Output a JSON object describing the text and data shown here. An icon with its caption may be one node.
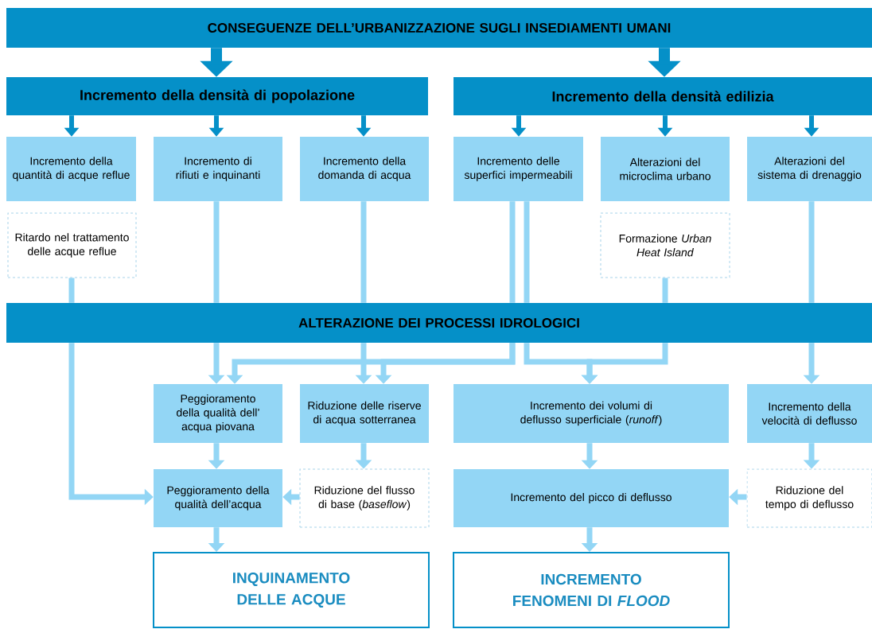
{
  "diagram": {
    "nodes": [
      {
        "text": [
          "CONSEGUENZE DELL’URBANIZZAZIONE SUGLI INSEDIAMENTI UMANI"
        ]
      },
      {
        "text": [
          "Incremento della densità di popolazione"
        ]
      },
      {
        "text": [
          "Incremento della densità edilizia"
        ]
      },
      {
        "text": [
          "Incremento della quantità di acque reflue"
        ]
      },
      {
        "text": [
          "Incremento di rifiuti e inquinanti"
        ]
      },
      {
        "text": [
          "Incremento della domanda di acqua"
        ]
      },
      {
        "text": [
          "Incremento delle superfici impermeabili"
        ]
      },
      {
        "text": [
          "Alterazioni del microclima urbano"
        ]
      },
      {
        "text": [
          "Alterazioni del sistema di drenaggio"
        ]
      },
      {
        "text": [
          "Ritardo nel trattamento delle acque reflue"
        ]
      },
      {
        "text": [
          "Formazione *Urban Heat Island*"
        ]
      },
      {
        "text": [
          "ALTERAZIONE DEI PROCESSI IDROLOGICI"
        ]
      },
      {
        "text": [
          "Peggioramento della qualità dell’ acqua piovana"
        ]
      },
      {
        "text": [
          "Riduzione delle riserve di acqua sotterranea"
        ]
      },
      {
        "text": [
          "Incremento dei volumi di deflusso superficiale (*runoff*)"
        ]
      },
      {
        "text": [
          "Incremento della velocità di deflusso"
        ]
      },
      {
        "text": [
          "Peggioramento della qualità dell’acqua"
        ]
      },
      {
        "text": [
          "Riduzione del flusso di base (*baseflow*)"
        ]
      },
      {
        "text": [
          "Incremento del picco di deflusso"
        ]
      },
      {
        "text": [
          "Riduzione del tempo di deflusso"
        ]
      },
      {
        "text": [
          "INQUINAMENTO DELLE ACQUE"
        ]
      },
      {
        "text": [
          "INCREMENTO FENOMENI DI *FLOOD*"
        ]
      }
    ],
    "edges": [
      {
        "from": 0,
        "to": 1,
        "arrow": "to",
        "style": "thick",
        "color": "#0590c8"
      },
      {
        "from": 0,
        "to": 2,
        "arrow": "to",
        "style": "thick",
        "color": "#0590c8"
      },
      {
        "from": 1,
        "to": 3,
        "arrow": "to",
        "color": "#0590c8"
      },
      {
        "from": 1,
        "to": 4,
        "arrow": "to",
        "color": "#0590c8"
      },
      {
        "from": 1,
        "to": 5,
        "arrow": "to",
        "color": "#0590c8"
      },
      {
        "from": 2,
        "to": 6,
        "arrow": "to",
        "color": "#0590c8"
      },
      {
        "from": 2,
        "to": 7,
        "arrow": "to",
        "color": "#0590c8"
      },
      {
        "from": 2,
        "to": 8,
        "arrow": "to",
        "color": "#0590c8"
      },
      {
        "from": 9,
        "to": 11,
        "arrow": "none"
      },
      {
        "from": 11,
        "to": 16,
        "arrow": "to"
      },
      {
        "from": 4,
        "to": 11,
        "arrow": "none"
      },
      {
        "from": 11,
        "to": 12,
        "arrow": "to"
      },
      {
        "from": 5,
        "to": 11,
        "arrow": "none"
      },
      {
        "from": 11,
        "to": 13,
        "arrow": "to"
      },
      {
        "from": 6,
        "to": 11,
        "arrow": "none"
      },
      {
        "from": 6,
        "to": 11,
        "arrow": "none"
      },
      {
        "from": 11,
        "to": 12,
        "arrow": "to"
      },
      {
        "from": 11,
        "to": 13,
        "arrow": "to"
      },
      {
        "from": 11,
        "to": 14,
        "arrow": "to"
      },
      {
        "from": 10,
        "to": 11,
        "arrow": "none"
      },
      {
        "from": 11,
        "to": 14,
        "arrow": "to"
      },
      {
        "from": 8,
        "to": 11,
        "arrow": "none"
      },
      {
        "from": 11,
        "to": 15,
        "arrow": "to"
      },
      {
        "from": 12,
        "to": 16,
        "arrow": "to"
      },
      {
        "from": 13,
        "to": 17,
        "arrow": "to"
      },
      {
        "from": 17,
        "to": 16,
        "arrow": "to"
      },
      {
        "from": 14,
        "to": 18,
        "arrow": "to"
      },
      {
        "from": 15,
        "to": 19,
        "arrow": "to"
      },
      {
        "from": 19,
        "to": 18,
        "arrow": "to"
      },
      {
        "from": 16,
        "to": 20,
        "arrow": "to"
      },
      {
        "from": 18,
        "to": 21,
        "arrow": "to"
      }
    ]
  }
}
